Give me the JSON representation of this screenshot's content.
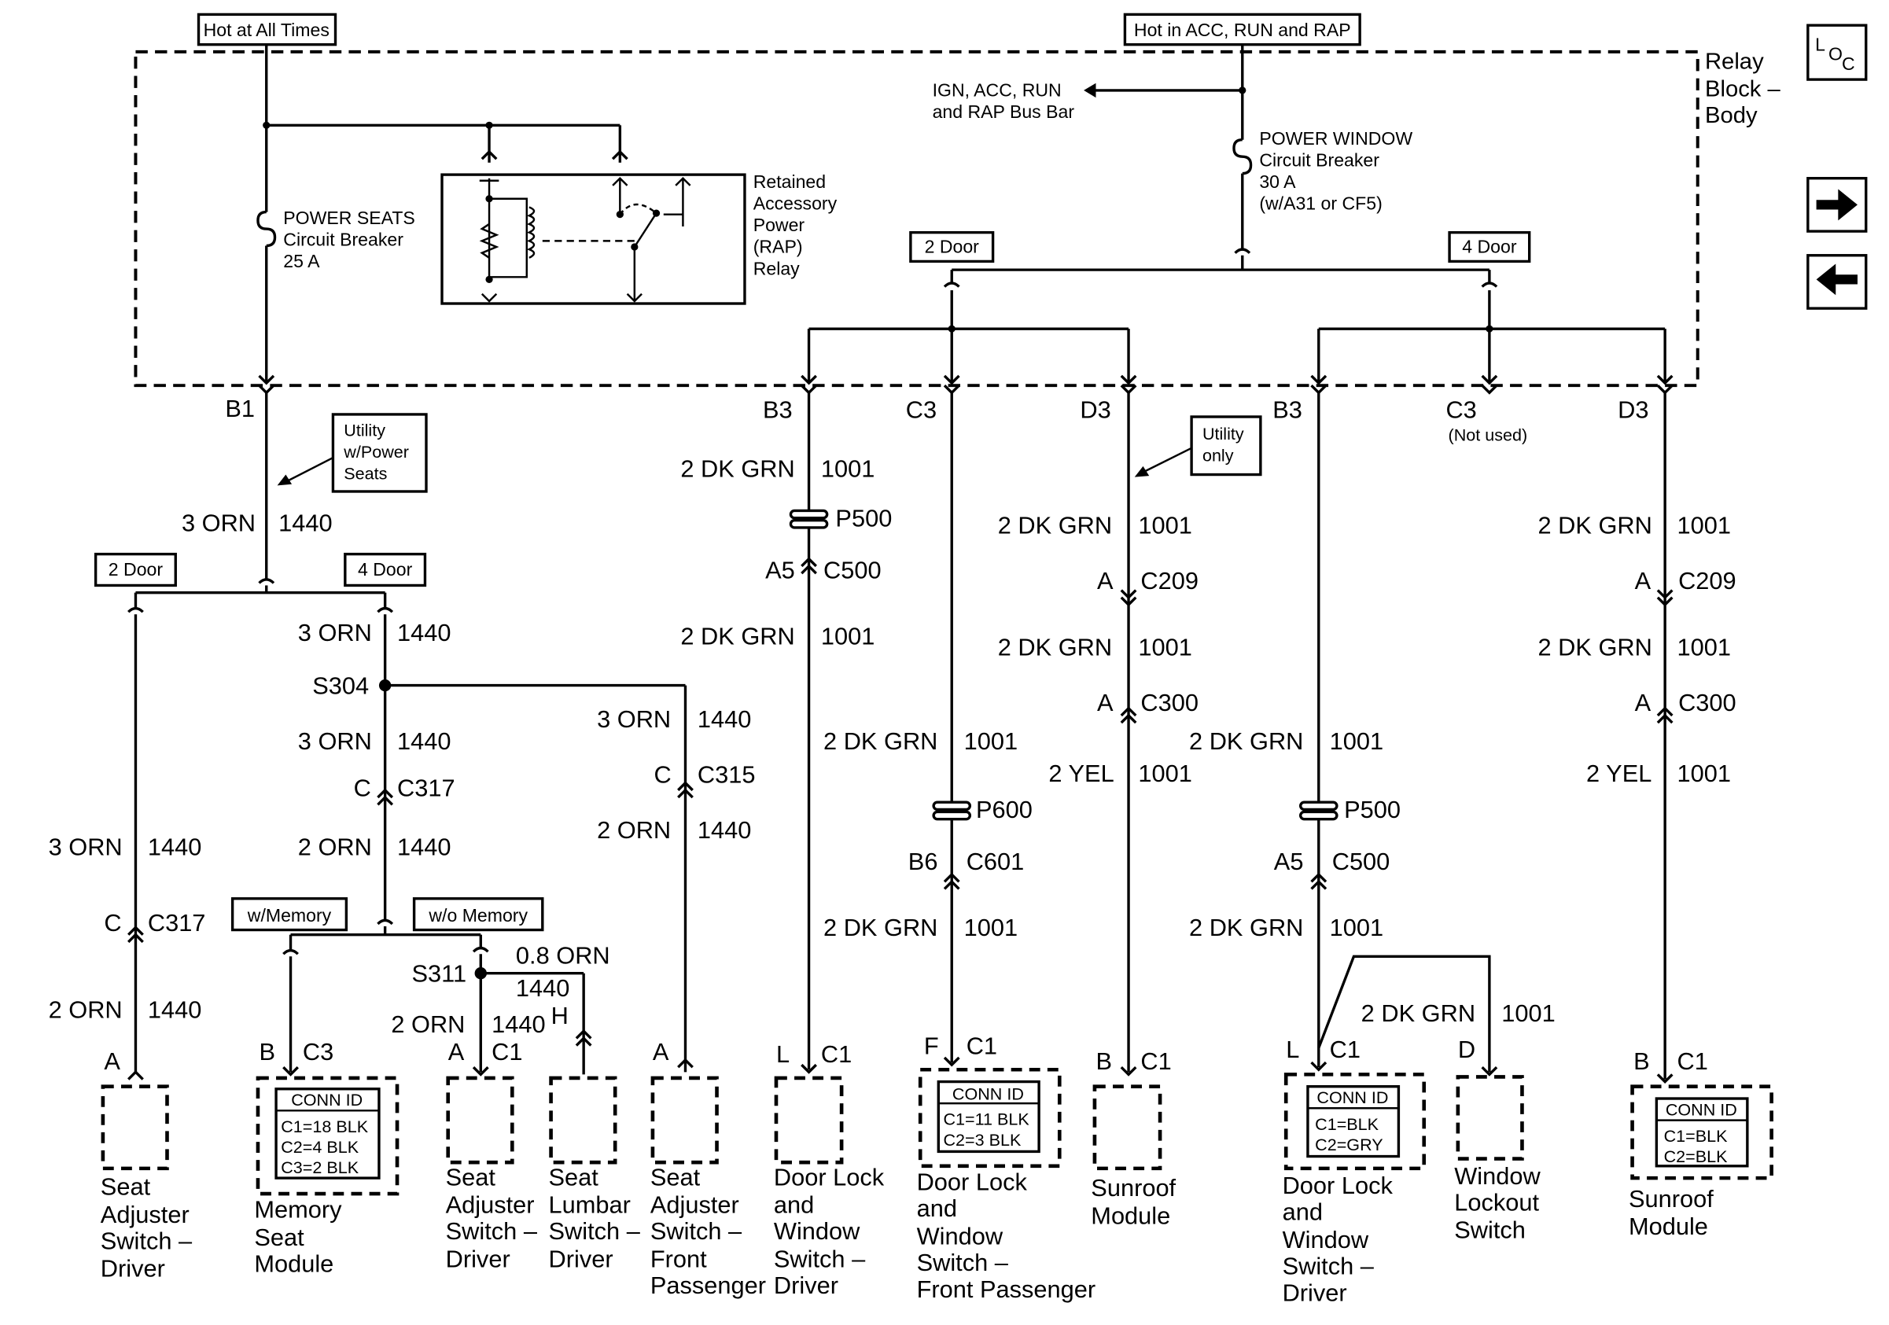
{
  "header": {
    "hot_all": "Hot at All Times",
    "hot_acc": "Hot in ACC, RUN and RAP",
    "relay_block": [
      "Relay",
      "Block –",
      "Body"
    ],
    "loc_icon": [
      "L",
      "O",
      "C"
    ]
  },
  "relay_block": {
    "power_seats": [
      "POWER SEATS",
      "Circuit Breaker",
      "25 A"
    ],
    "rap_relay": [
      "Retained",
      "Accessory",
      "Power",
      "(RAP)",
      "Relay"
    ],
    "bus_bar": [
      "IGN, ACC, RUN",
      "and RAP Bus Bar"
    ],
    "power_window": [
      "POWER WINDOW",
      "Circuit Breaker",
      "30 A",
      "(w/A31 or CF5)"
    ],
    "two_door": "2 Door",
    "four_door": "4 Door"
  },
  "pins": {
    "b1": "B1",
    "b3_left": "B3",
    "c3_left": "C3",
    "d3_left": "D3",
    "b3_right": "B3",
    "c3_right": "C3",
    "c3_not_used": "(Not used)",
    "d3_right": "D3"
  },
  "notes": {
    "utility_power_seats": [
      "Utility",
      "w/Power",
      "Seats"
    ],
    "utility_only": [
      "Utility",
      "only"
    ],
    "seat_2door": "2 Door",
    "seat_4door": "4 Door",
    "w_memory": "w/Memory",
    "wo_memory": "w/o Memory"
  },
  "wires": {
    "orn3": "3 ORN",
    "orn2": "2 ORN",
    "orn08": "0.8 ORN",
    "dkgrn2": "2 DK GRN",
    "yel2": "2 YEL",
    "c1440": "1440",
    "c1001": "1001"
  },
  "nodes": {
    "s304": "S304",
    "s311": "S311",
    "p500": "P500",
    "p600": "P600"
  },
  "connectors": {
    "c500": "C500",
    "a5": "A5",
    "c601": "C601",
    "b6": "B6",
    "c209": "C209",
    "c300": "C300",
    "c317": "C317",
    "c315": "C315",
    "pin_a": "A",
    "pin_b": "B",
    "pin_c": "C",
    "pin_d": "D",
    "pin_f": "F",
    "pin_h": "H",
    "pin_l": "L",
    "c1": "C1",
    "c3": "C3"
  },
  "components": {
    "seat_adj_driver_left": [
      "Seat",
      "Adjuster",
      "Switch –",
      "Driver"
    ],
    "memory_seat_module": [
      "Memory",
      "Seat",
      "Module"
    ],
    "memory_conn_id": [
      "CONN ID",
      "C1=18 BLK",
      "C2=4 BLK",
      "C3=2 BLK"
    ],
    "seat_adj_driver": [
      "Seat",
      "Adjuster",
      "Switch –",
      "Driver"
    ],
    "seat_lumbar_driver": [
      "Seat",
      "Lumbar",
      "Switch –",
      "Driver"
    ],
    "seat_adj_front_pass": [
      "Seat",
      "Adjuster",
      "Switch –",
      "Front",
      "Passenger"
    ],
    "door_lock_driver_left": [
      "Door Lock",
      "and",
      "Window",
      "Switch –",
      "Driver"
    ],
    "door_lock_front_pass": [
      "Door Lock",
      "and",
      "Window",
      "Switch –",
      "Front Passenger"
    ],
    "front_pass_conn_id": [
      "CONN ID",
      "C1=11 BLK",
      "C2=3 BLK"
    ],
    "sunroof_left": [
      "Sunroof",
      "Module"
    ],
    "door_lock_driver_right": [
      "Door Lock",
      "and",
      "Window",
      "Switch –",
      "Driver"
    ],
    "driver_right_conn_id": [
      "CONN ID",
      "C1=BLK",
      "C2=GRY"
    ],
    "window_lockout": [
      "Window",
      "Lockout",
      "Switch"
    ],
    "sunroof_right": [
      "Sunroof",
      "Module"
    ],
    "sunroof_right_conn_id": [
      "CONN ID",
      "C1=BLK",
      "C2=BLK"
    ]
  }
}
